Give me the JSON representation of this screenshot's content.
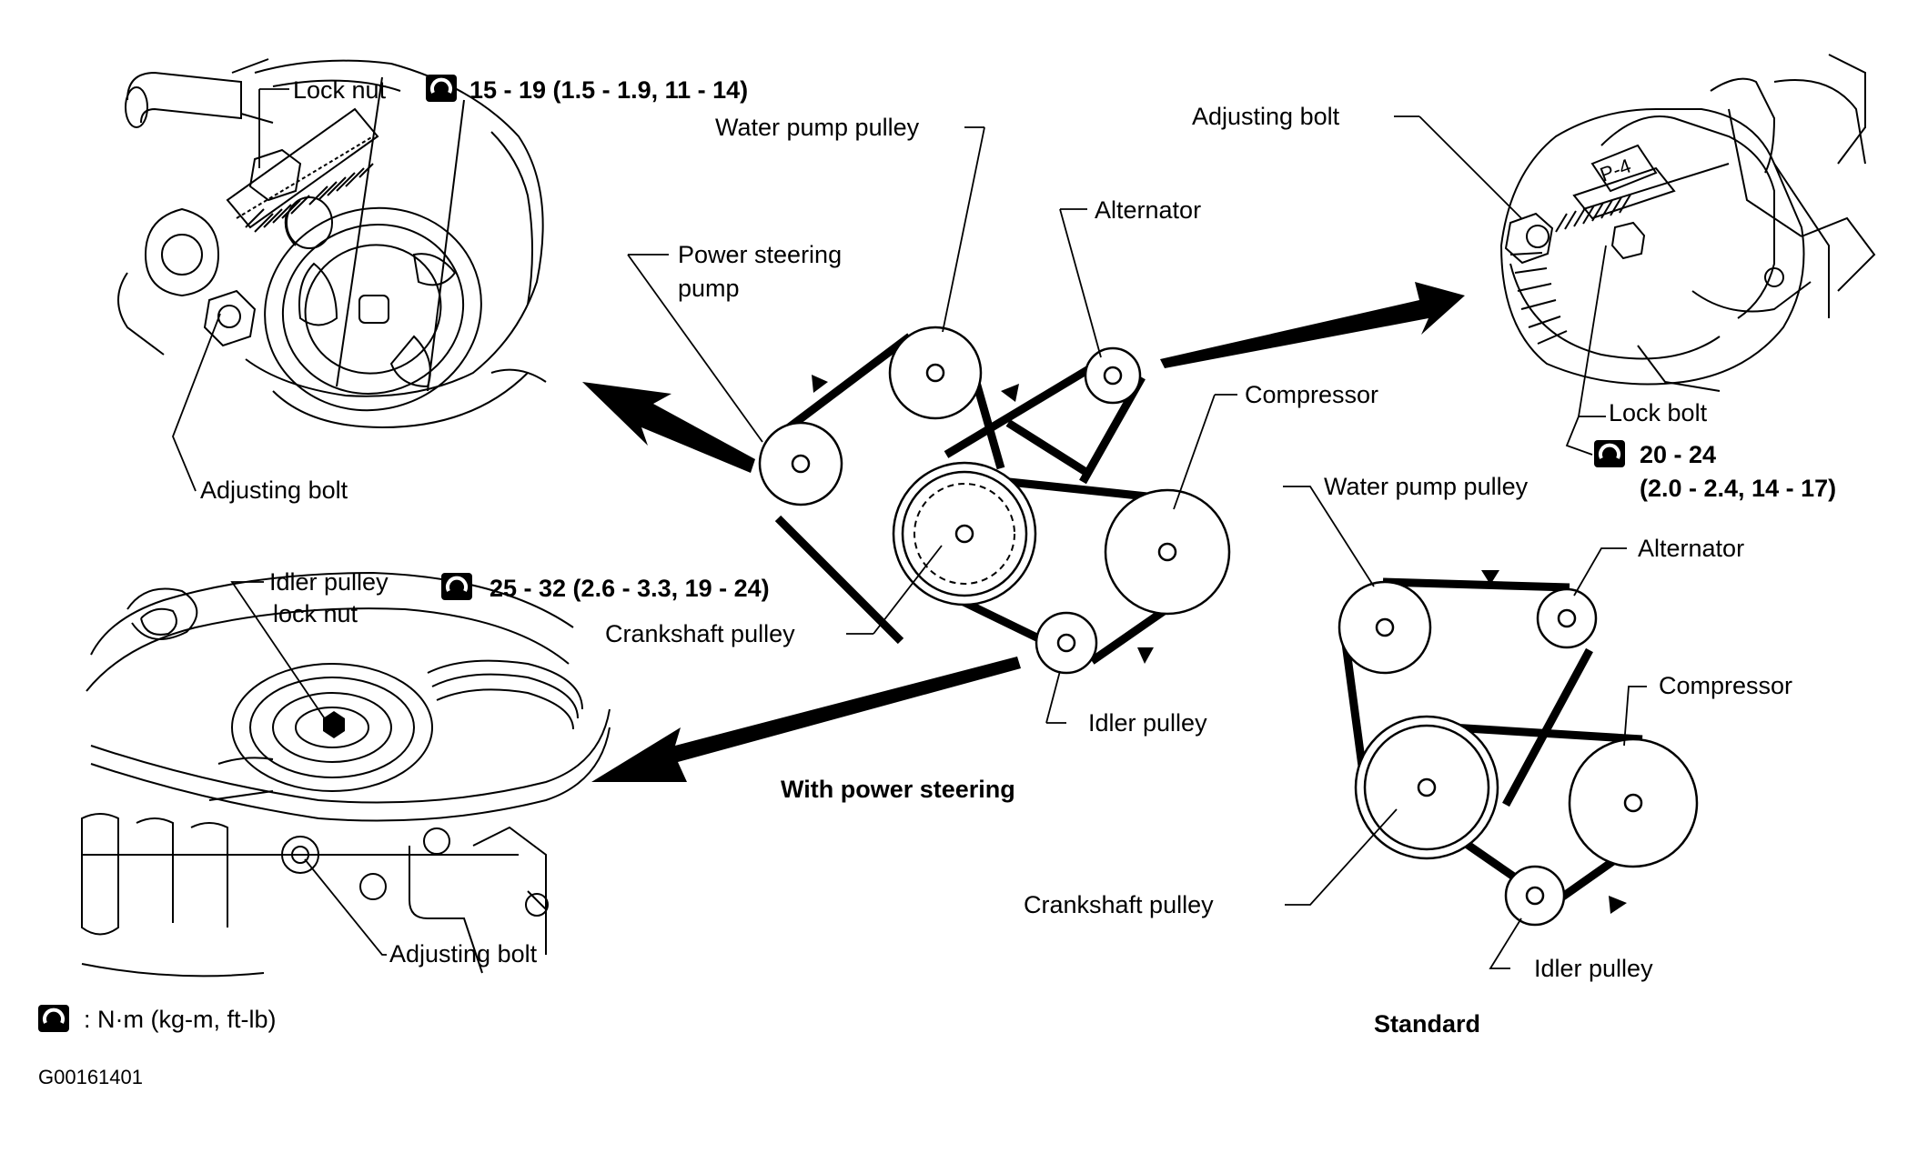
{
  "labels": {
    "ps_lock_nut": "Lock nut",
    "ps_lock_nut_torque": "15 - 19 (1.5 - 1.9, 11 - 14)",
    "ps_adjusting_bolt": "Adjusting bolt",
    "ps_water_pump_pulley": "Water pump pulley",
    "ps_power_steering_pump_1": "Power steering",
    "ps_power_steering_pump_2": "pump",
    "ps_alternator": "Alternator",
    "ps_compressor": "Compressor",
    "ps_crankshaft_pulley": "Crankshaft pulley",
    "ps_idler_pulley": "Idler pulley",
    "ps_caption": "With power steering",
    "alt_adjusting_bolt": "Adjusting bolt",
    "alt_lock_bolt": "Lock bolt",
    "alt_torque_1": "20 - 24",
    "alt_torque_2": "(2.0 - 2.4, 14 - 17)",
    "idler_lock_nut_1": "Idler pulley",
    "idler_lock_nut_2": "lock nut",
    "idler_torque": "25 - 32 (2.6 - 3.3, 19 - 24)",
    "idler_adjusting_bolt": "Adjusting bolt",
    "std_water_pump_pulley": "Water pump pulley",
    "std_alternator": "Alternator",
    "std_compressor": "Compressor",
    "std_crankshaft_pulley": "Crankshaft pulley",
    "std_idler_pulley": "Idler pulley",
    "std_caption": "Standard",
    "legend_units": ": N·m (kg-m, ft-lb)",
    "figure_code": "G00161401"
  },
  "icons": {
    "torque": "torque-wrench-icon"
  }
}
